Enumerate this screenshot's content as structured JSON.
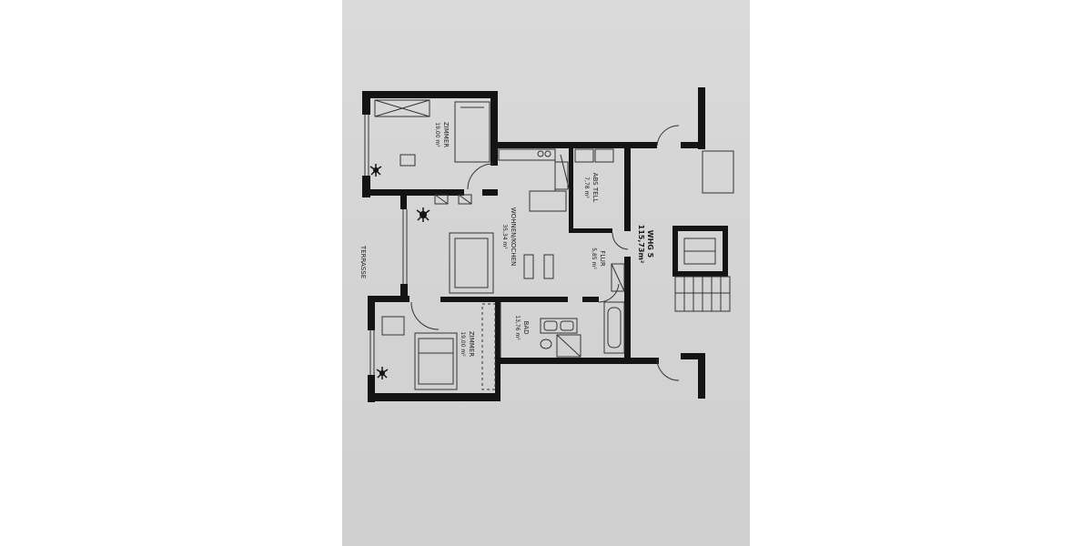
{
  "plan": {
    "rooms": [
      {
        "id": "zimmer-top",
        "name": "ZIMMER",
        "area": "19,00 m²"
      },
      {
        "id": "wohnen",
        "name": "WOHNEN/KOCHEN",
        "area": "35,34 m²"
      },
      {
        "id": "abstell",
        "name": "ABS TELL",
        "area": "7,78 m²"
      },
      {
        "id": "flur",
        "name": "FLUR",
        "area": "5,85 m²"
      },
      {
        "id": "bad",
        "name": "BAD",
        "area": "13,76 m²"
      },
      {
        "id": "zimmer-bottom",
        "name": "ZIMMER",
        "area": "19,00 m²"
      }
    ],
    "terrace_label": "TERRASSE",
    "unit_name": "WHG 5",
    "unit_area": "115,73m²"
  },
  "colors": {
    "paper": "#d6d6d6",
    "wall": "#141414",
    "line": "#333333"
  }
}
